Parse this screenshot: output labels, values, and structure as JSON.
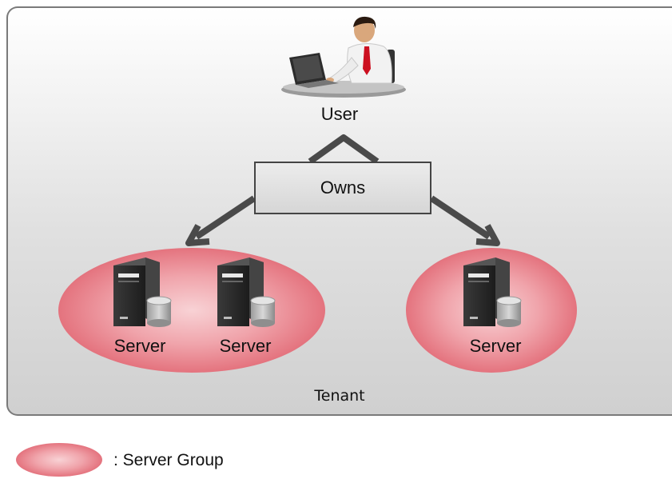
{
  "diagram": {
    "tenant_label": "Tenant",
    "actor": {
      "label": "User",
      "icon": "user-at-laptop-icon"
    },
    "relation": {
      "label": "Owns"
    },
    "server_groups": [
      {
        "servers": [
          {
            "label": "Server"
          },
          {
            "label": "Server"
          }
        ]
      },
      {
        "servers": [
          {
            "label": "Server"
          }
        ]
      }
    ],
    "server_icon": "server-tower-icon",
    "colors": {
      "group_fill": "#e8808a",
      "group_center": "#f6c4c8",
      "arrow": "#4a4a4a",
      "tie": "#cc1020"
    }
  },
  "legend": {
    "label": ": Server Group"
  }
}
